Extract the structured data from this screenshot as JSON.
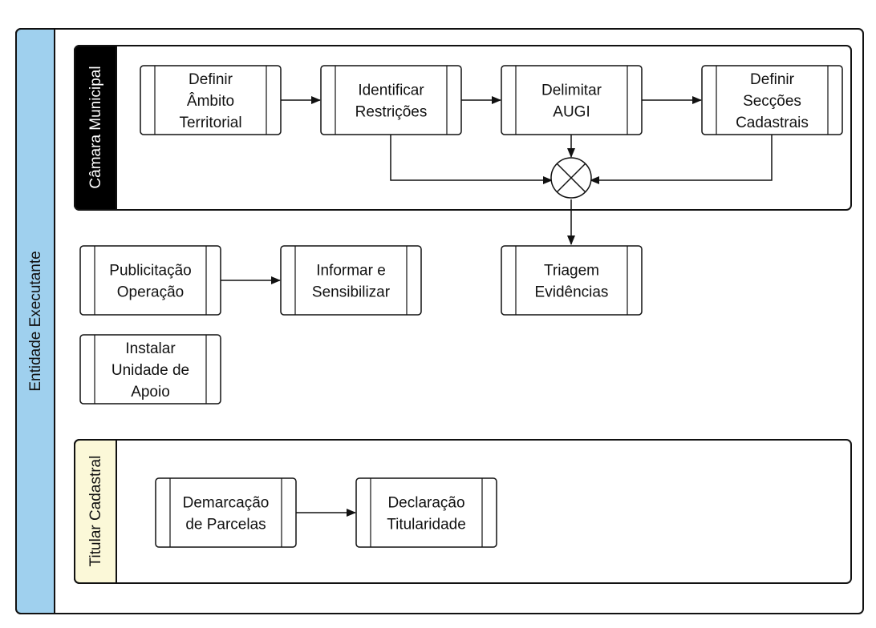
{
  "pools": {
    "outer": {
      "label": "Entidade Executante",
      "color": "#9fd0ee"
    },
    "camara": {
      "label": "Câmara Municipal",
      "color": "#000000",
      "text_color": "#ffffff"
    },
    "titular": {
      "label": "Titular Cadastral",
      "color": "#fbf8d8",
      "text_color": "#111111"
    }
  },
  "tasks": {
    "definir_ambito": [
      "Definir",
      "Âmbito",
      "Territorial"
    ],
    "identificar": [
      "Identificar",
      "Restrições"
    ],
    "delimitar": [
      "Delimitar",
      "AUGI"
    ],
    "definir_seccoes": [
      "Definir",
      "Secções",
      "Cadastrais"
    ],
    "publicitacao": [
      "Publicitação",
      "Operação"
    ],
    "informar": [
      "Informar e",
      "Sensibilizar"
    ],
    "triagem": [
      "Triagem",
      "Evidências"
    ],
    "instalar": [
      "Instalar",
      "Unidade de",
      "Apoio"
    ],
    "demarcacao": [
      "Demarcação",
      "de Parcelas"
    ],
    "declaracao": [
      "Declaração",
      "Titularidade"
    ]
  },
  "gateway": {
    "type": "exclusive-merge",
    "icon": "x-circle-icon"
  }
}
